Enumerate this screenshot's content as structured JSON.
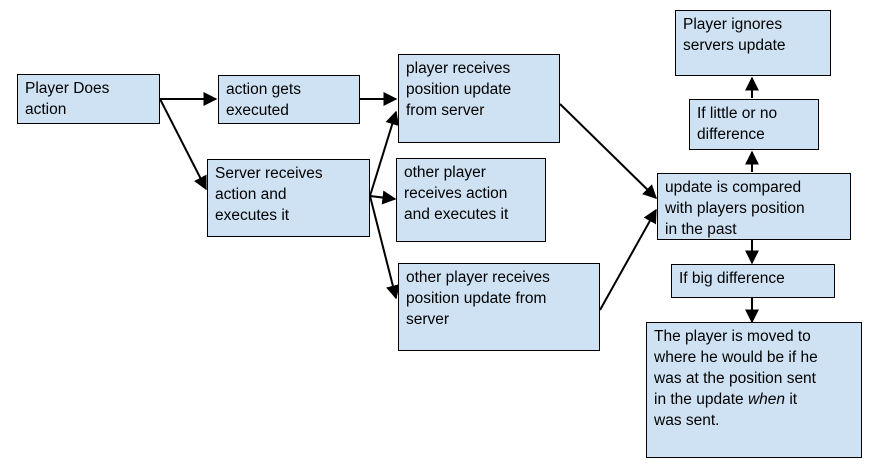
{
  "nodes": {
    "player_does_action": "Player Does\naction",
    "action_executed": "action gets\nexecuted",
    "server_receives": "Server receives\naction and\nexecutes it",
    "player_receives_update": "player receives\nposition update\nfrom server",
    "other_player_action": "other player\nreceives action\nand executes it",
    "other_player_update": "other player receives\nposition update from\nserver",
    "update_compared": "update is compared\nwith players position\nin the past",
    "little_difference": "If little or no\ndifference",
    "player_ignores": "Player ignores\nservers update",
    "big_difference": "If big difference",
    "player_moved_part1": "The player is moved to\nwhere he would be if he\nwas at the position sent\nin the update ",
    "player_moved_emphasis": "when",
    "player_moved_part2": " it\nwas sent."
  },
  "colors": {
    "box_fill": "#cfe2f3",
    "box_border": "#000000",
    "arrow": "#000000"
  }
}
